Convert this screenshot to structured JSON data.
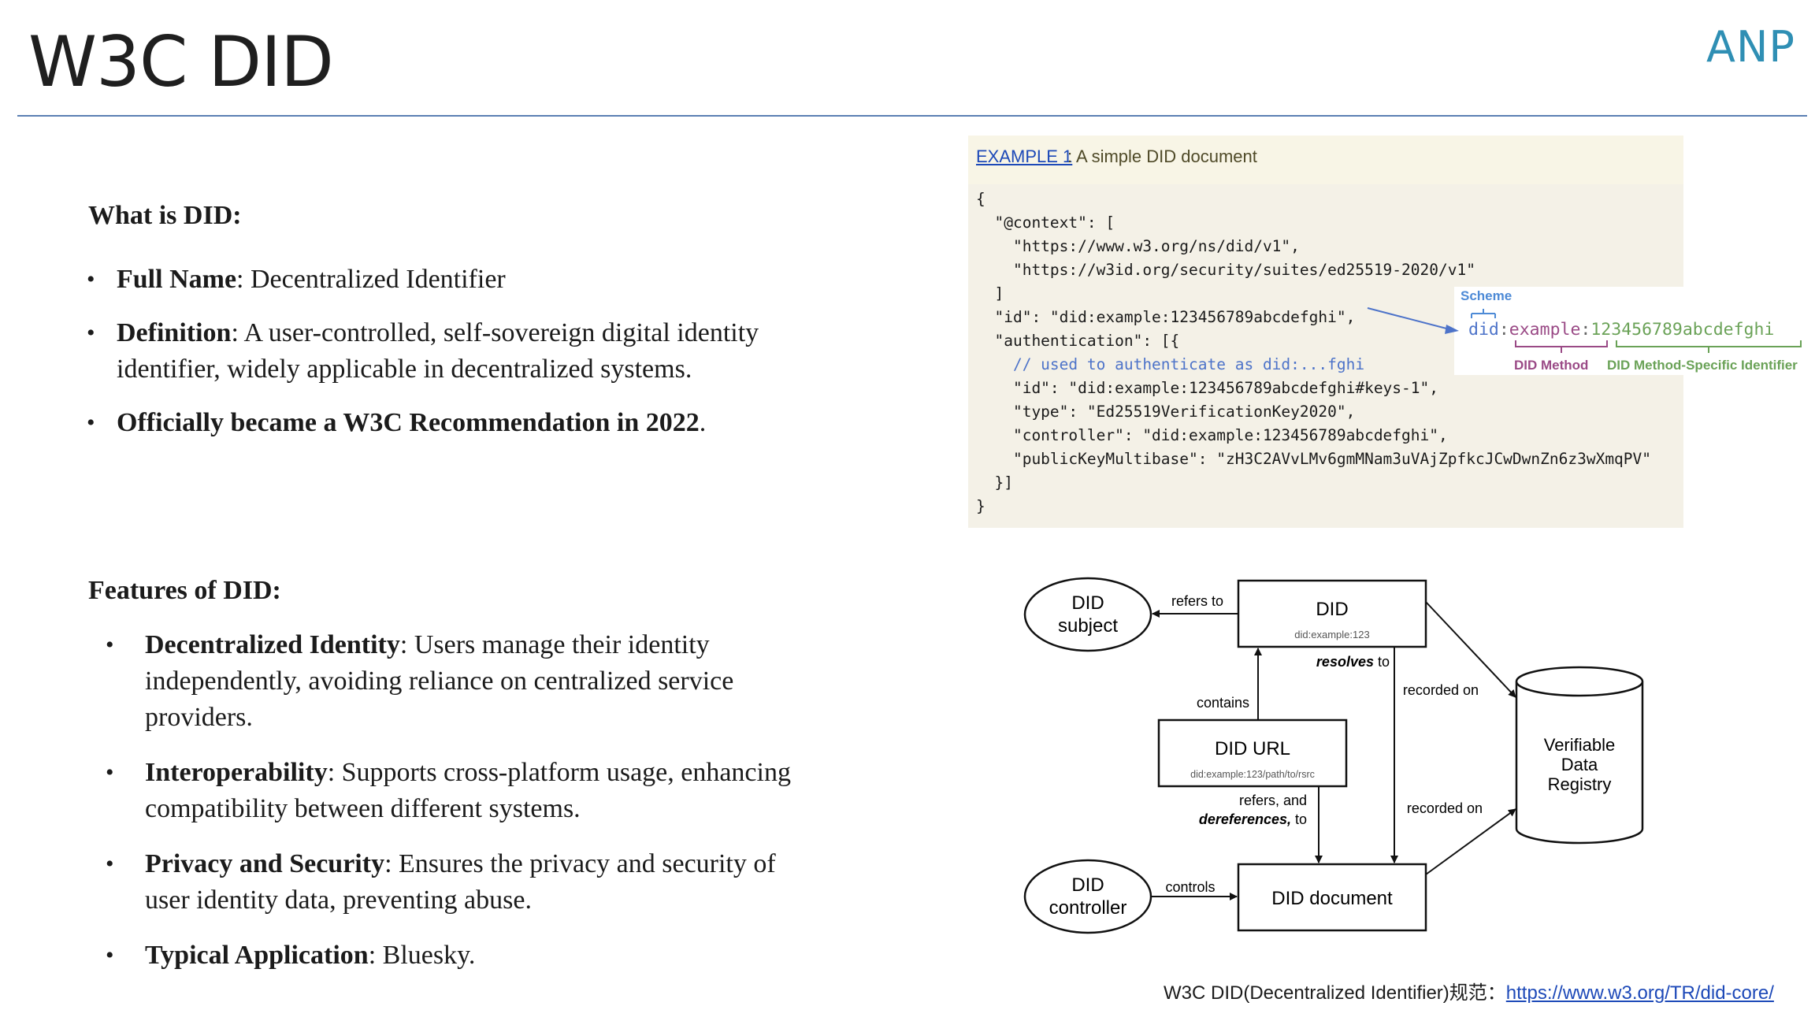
{
  "slide": {
    "title": "W3C DID",
    "logo": "ANP"
  },
  "section1": {
    "heading": "What is DID:",
    "items": [
      {
        "term": "Full Name",
        "text": ": Decentralized Identifier"
      },
      {
        "term": "Definition",
        "text": ": A user-controlled, self-sovereign digital identity identifier, widely applicable in decentralized systems."
      },
      {
        "term": "Officially became a W3C Recommendation in 2022",
        "text": "."
      }
    ]
  },
  "section2": {
    "heading": "Features of DID:",
    "items": [
      {
        "term": "Decentralized Identity",
        "text": ": Users manage their identity independently, avoiding reliance on centralized service providers."
      },
      {
        "term": "Interoperability",
        "text": ": Supports cross-platform usage, enhancing compatibility between different systems."
      },
      {
        "term": "Privacy and Security",
        "text": ": Ensures the privacy and security of user identity data, preventing abuse."
      },
      {
        "term": "Typical Application",
        "text": ": Bluesky."
      }
    ]
  },
  "example": {
    "link": "EXAMPLE 1",
    "title": ": A simple DID document",
    "code_lines": [
      "{",
      "  \"@context\": [",
      "    \"https://www.w3.org/ns/did/v1\",",
      "    \"https://w3id.org/security/suites/ed25519-2020/v1\"",
      "  ]",
      "  \"id\": \"did:example:123456789abcdefghi\",",
      "  \"authentication\": [{",
      "    // used to authenticate as did:...fghi",
      "    \"id\": \"did:example:123456789abcdefghi#keys-1\",",
      "    \"type\": \"Ed25519VerificationKey2020\",",
      "    \"controller\": \"did:example:123456789abcdefghi\",",
      "    \"publicKeyMultibase\": \"zH3C2AVvLMv6gmMNam3uVAjZpfkcJCwDwnZn6z3wXmqPV\"",
      "  }]",
      "}"
    ],
    "comment_line_index": 7
  },
  "did_annotation": {
    "scheme_label": "Scheme",
    "scheme": "did",
    "sep": ":",
    "method": "example",
    "identifier": "123456789abcdefghi",
    "method_label": "DID Method",
    "identifier_label": "DID Method-Specific Identifier"
  },
  "diagram": {
    "did_subject": [
      "DID",
      "subject"
    ],
    "did": "DID",
    "did_example": "did:example:123",
    "did_url": "DID URL",
    "did_url_example": "did:example:123/path/to/rsrc",
    "registry": [
      "Verifiable",
      "Data",
      "Registry"
    ],
    "did_controller": [
      "DID",
      "controller"
    ],
    "did_document": "DID document",
    "refers_to": "refers to",
    "resolves": "resolves",
    "resolves_to": " to",
    "contains": "contains",
    "refers_and": "refers, and",
    "dereferences": "dereferences,",
    "dereferences_to": " to",
    "recorded_on_1": "recorded on",
    "recorded_on_2": "recorded on",
    "controls": "controls"
  },
  "footer": {
    "text": "W3C DID(Decentralized Identifier)规范：",
    "link": "https://www.w3.org/TR/did-core/"
  }
}
